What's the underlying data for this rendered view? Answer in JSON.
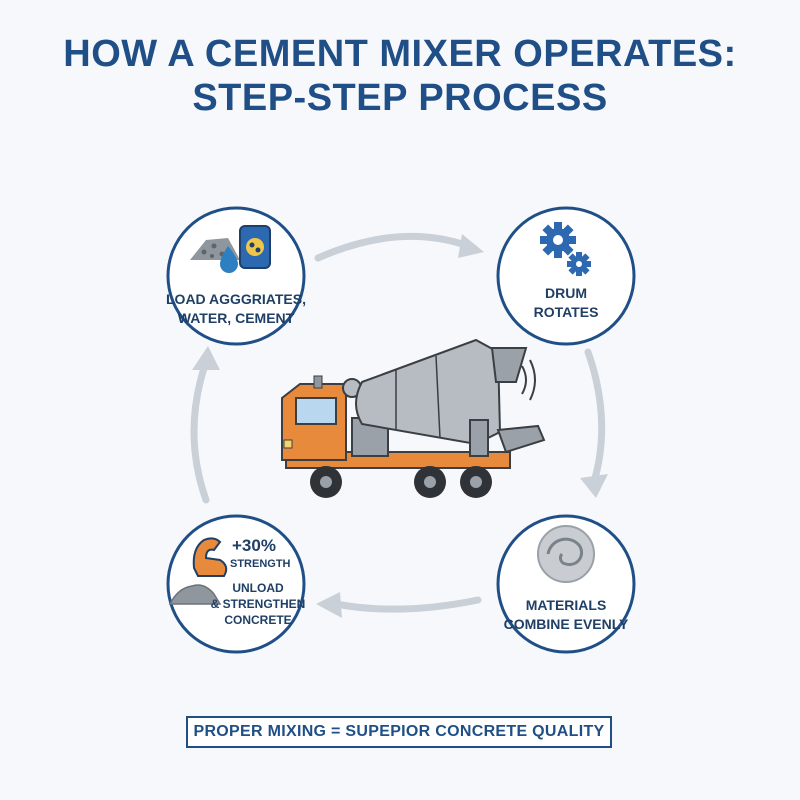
{
  "title": {
    "line1": "HOW A CEMENT MIXER OPERATES:",
    "line2": "STEP-STEP PROCESS"
  },
  "steps": [
    {
      "id": "load",
      "lines": [
        "LOAD AGGGRIATES,",
        "WATER, CEMENT"
      ]
    },
    {
      "id": "rotate",
      "lines": [
        "DRUM",
        "ROTATES"
      ]
    },
    {
      "id": "combine",
      "lines": [
        "MATERIALS",
        "COMBINE EVENLY"
      ]
    },
    {
      "id": "unload",
      "stat": "+30%",
      "stat_label": "STRENGTH",
      "lines": [
        "UNLOAD",
        "& STRENGTHEN",
        "CONCRETE"
      ]
    }
  ],
  "footer": "PROPER MIXING = SUPEPIOR CONCRETE QUALITY",
  "colors": {
    "title": "#1f4f86",
    "circle_border": "#1f4f86",
    "arrow": "#c5ccd4",
    "truck_cab": "#e88a3c",
    "drum": "#b6bcc2"
  },
  "icons": [
    "gravel-pile-icon",
    "water-drop-icon",
    "cement-bag-icon",
    "gears-icon",
    "swirl-icon",
    "flexed-arm-icon",
    "concrete-pile-icon",
    "cement-truck-illustration"
  ]
}
